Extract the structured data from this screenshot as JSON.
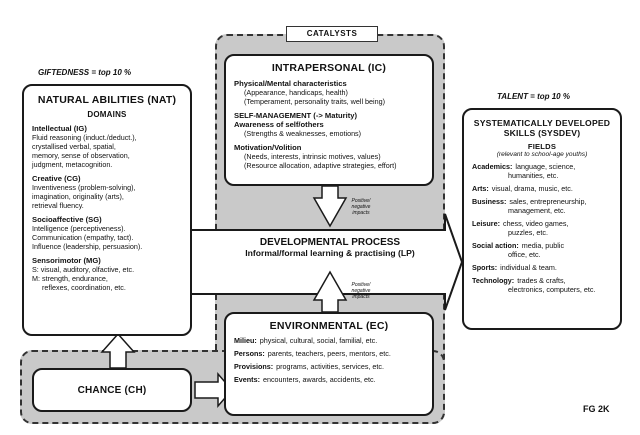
{
  "giftedness_label": "GIFTEDNESS = top 10 %",
  "talent_label": "TALENT = top 10 %",
  "catalysts_label": "CATALYSTS",
  "nat": {
    "title": "NATURAL ABILITIES (NAT)",
    "domains_label": "DOMAINS",
    "sections": [
      {
        "heading": "Intellectual (IG)",
        "lines": [
          "Fluid reasoning (induct./deduct.),",
          "crystallised verbal, spatial,",
          "memory, sense of observation,",
          "judgment, metacognition."
        ]
      },
      {
        "heading": "Creative (CG)",
        "lines": [
          "Inventiveness (problem-solving),",
          "imagination, originality (arts),",
          "retrieval fluency."
        ]
      },
      {
        "heading": "Socioaffective (SG)",
        "lines": [
          "Intelligence (perceptiveness).",
          "Communication (empathy, tact).",
          "Influence (leadership, persuasion)."
        ]
      },
      {
        "heading": "Sensorimotor (MG)",
        "lines": [
          "S: visual, auditory, olfactive, etc.",
          "M: strength, endurance,",
          "reflexes, coordination, etc."
        ]
      }
    ]
  },
  "ic": {
    "title": "INTRAPERSONAL (IC)",
    "sections": [
      {
        "heading": "Physical/Mental characteristics",
        "lines": [
          "(Appearance, handicaps, health)",
          "(Temperament, personality traits, well being)"
        ]
      },
      {
        "heading": "SELF-MANAGEMENT (-> Maturity)",
        "lines": []
      },
      {
        "heading": "Awareness of self/others",
        "lines": [
          "(Strengths & weaknesses, emotions)"
        ]
      },
      {
        "heading": "Motivation/Volition",
        "lines": [
          "(Needs, interests, intrinsic motives, values)",
          "(Resource allocation, adaptive strategies, effort)"
        ]
      }
    ]
  },
  "impacts_label": "Positive/ negative impacts",
  "lp": {
    "title": "DEVELOPMENTAL PROCESS",
    "subtitle": "Informal/formal learning & practising (LP)"
  },
  "ec": {
    "title": "ENVIRONMENTAL (EC)",
    "items": [
      {
        "label": "Milieu:",
        "text": "physical, cultural, social, familial, etc."
      },
      {
        "label": "Persons:",
        "text": "parents, teachers, peers, mentors, etc."
      },
      {
        "label": "Provisions:",
        "text": "programs, activities, services, etc."
      },
      {
        "label": "Events:",
        "text": "encounters, awards, accidents, etc."
      }
    ]
  },
  "chance": {
    "title": "CHANCE (CH)"
  },
  "sysdev": {
    "title_line1": "SYSTEMATICALLY DEVELOPED",
    "title_line2": "SKILLS (SYSDEV)",
    "fields_label": "FIELDS",
    "fields_note": "(relevant to school-age youths)",
    "items": [
      {
        "label": "Academics:",
        "text": "language, science,",
        "cont": "humanities, etc."
      },
      {
        "label": "Arts:",
        "text": "visual, drama, music, etc.",
        "cont": ""
      },
      {
        "label": "Business:",
        "text": "sales, entrepreneurship,",
        "cont": "management, etc."
      },
      {
        "label": "Leisure:",
        "text": "chess, video games,",
        "cont": "puzzles, etc."
      },
      {
        "label": "Social action:",
        "text": "media, public",
        "cont": "office, etc."
      },
      {
        "label": "Sports:",
        "text": "individual & team.",
        "cont": ""
      },
      {
        "label": "Technology:",
        "text": "trades & crafts,",
        "cont": "electronics, computers, etc."
      }
    ]
  },
  "logo": "FG 2K"
}
